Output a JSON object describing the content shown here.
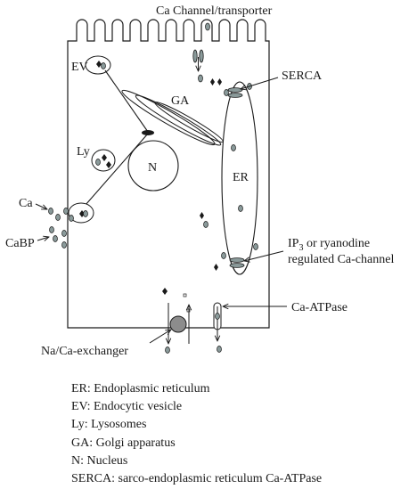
{
  "labels": {
    "ca_channel": "Ca Channel/transporter",
    "serca": "SERCA",
    "ga": "GA",
    "ev": "EV",
    "ly": "Ly",
    "n": "N",
    "er": "ER",
    "ca": "Ca",
    "cabp": "CaBP",
    "ip3_prefix": "IP",
    "ip3_sub": "3",
    "ip3_rest": " or ryanodine",
    "ip3_line2": "regulated Ca-channel",
    "ca_atpase": "Ca-ATPase",
    "na_ca_exchanger": "Na/Ca-exchanger"
  },
  "legend": [
    "ER: Endoplasmic reticulum",
    "EV: Endocytic vesicle",
    "Ly: Lysosomes",
    "GA: Golgi apparatus",
    "N: Nucleus",
    "SERCA: sarco-endoplasmic reticulum Ca-ATPase"
  ],
  "colors": {
    "stroke": "#1a1a1a",
    "ion_fill": "#8a9a9a",
    "exchanger_fill": "#8c8c8c"
  }
}
